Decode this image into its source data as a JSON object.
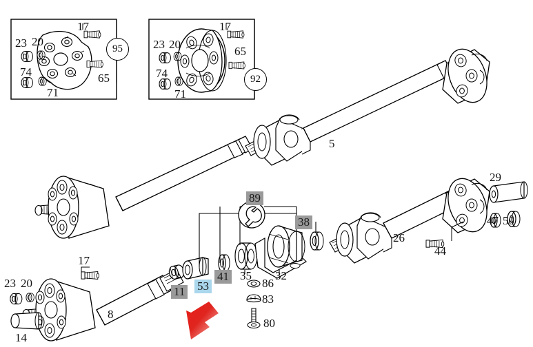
{
  "diagram": {
    "title": "Driveshaft / propeller shaft exploded parts diagram",
    "background_color": "#ffffff",
    "line_color": "#000000",
    "highlight_gray": "#9a9a9a",
    "highlight_blue": "#aad7ec",
    "arrow_color": "#e02020"
  },
  "inset_boxes": [
    {
      "name": "flex-disc-inset-left",
      "balloon": "95",
      "labels": [
        "17",
        "23",
        "20",
        "74",
        "71",
        "65"
      ]
    },
    {
      "name": "flex-disc-inset-right",
      "balloon": "92",
      "labels": [
        "17",
        "23",
        "20",
        "74",
        "71",
        "65"
      ]
    }
  ],
  "callouts": [
    {
      "id": "c17a",
      "text": "17",
      "highlight": "none"
    },
    {
      "id": "c23a",
      "text": "23",
      "highlight": "none"
    },
    {
      "id": "c20a",
      "text": "20",
      "highlight": "none"
    },
    {
      "id": "c74a",
      "text": "74",
      "highlight": "none"
    },
    {
      "id": "c71a",
      "text": "71",
      "highlight": "none"
    },
    {
      "id": "c65a",
      "text": "65",
      "highlight": "none"
    },
    {
      "id": "c17b",
      "text": "17",
      "highlight": "none"
    },
    {
      "id": "c23b",
      "text": "23",
      "highlight": "none"
    },
    {
      "id": "c20b",
      "text": "20",
      "highlight": "none"
    },
    {
      "id": "c74b",
      "text": "74",
      "highlight": "none"
    },
    {
      "id": "c71b",
      "text": "71",
      "highlight": "none"
    },
    {
      "id": "c65b",
      "text": "65",
      "highlight": "none"
    },
    {
      "id": "c5",
      "text": "5",
      "highlight": "none"
    },
    {
      "id": "c29",
      "text": "29",
      "highlight": "none"
    },
    {
      "id": "c47",
      "text": "47",
      "highlight": "none"
    },
    {
      "id": "c50",
      "text": "50",
      "highlight": "none"
    },
    {
      "id": "c44",
      "text": "44",
      "highlight": "none"
    },
    {
      "id": "c26",
      "text": "26",
      "highlight": "none"
    },
    {
      "id": "c89",
      "text": "89",
      "highlight": "gray"
    },
    {
      "id": "c38",
      "text": "38",
      "highlight": "gray"
    },
    {
      "id": "c32",
      "text": "32",
      "highlight": "none"
    },
    {
      "id": "c35",
      "text": "35",
      "highlight": "none"
    },
    {
      "id": "c41",
      "text": "41",
      "highlight": "gray"
    },
    {
      "id": "c53",
      "text": "53",
      "highlight": "blue"
    },
    {
      "id": "c11",
      "text": "11",
      "highlight": "gray"
    },
    {
      "id": "c86",
      "text": "86",
      "highlight": "none"
    },
    {
      "id": "c83",
      "text": "83",
      "highlight": "none"
    },
    {
      "id": "c80",
      "text": "80",
      "highlight": "none"
    },
    {
      "id": "c17c",
      "text": "17",
      "highlight": "none"
    },
    {
      "id": "c23c",
      "text": "23",
      "highlight": "none"
    },
    {
      "id": "c20c",
      "text": "20",
      "highlight": "none"
    },
    {
      "id": "c14",
      "text": "14",
      "highlight": "none"
    },
    {
      "id": "c8",
      "text": "8",
      "highlight": "none"
    }
  ],
  "balloons": [
    {
      "id": "b95",
      "text": "95"
    },
    {
      "id": "b92",
      "text": "92"
    }
  ],
  "icons": {
    "wrench_balloon": "wrench-icon",
    "pointer_arrow": "red-arrow-icon"
  }
}
